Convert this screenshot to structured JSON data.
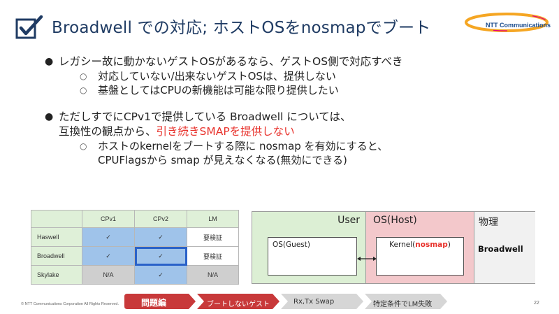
{
  "title": "Broadwell での対応; ホストOSをnosmapでブート",
  "logo": "NTT Communications",
  "bullets": [
    {
      "text": "レガシー故に動かないゲストOSがあるなら、ゲストOS側で対応すべき",
      "sub": [
        "対応していない/出来ないゲストOSは、提供しない",
        "基盤としてはCPUの新機能は可能な限り提供したい"
      ]
    },
    {
      "line1": "ただしすでにCPv1で提供している Broadwell については、",
      "line2_prefix": "互換性の観点から、",
      "line2_highlight": "引き続きSMAPを提供しない",
      "sub_line1": "ホストのkernelをブートする際に nosmap を有効にすると、",
      "sub_line2": "CPUFlagsから smap が見えなくなる(無効にできる)"
    }
  ],
  "table": {
    "headers": [
      "",
      "CPv1",
      "CPv2",
      "LM"
    ],
    "rows": [
      {
        "name": "Haswell",
        "cells": [
          "✓",
          "✓",
          "要検証"
        ]
      },
      {
        "name": "Broadwell",
        "cells": [
          "✓",
          "✓",
          "要検証"
        ]
      },
      {
        "name": "Skylake",
        "cells": [
          "N/A",
          "✓",
          "N/A"
        ]
      }
    ]
  },
  "diagram": {
    "user_label": "User",
    "host_label": "OS(Host)",
    "phys_label": "物理",
    "guest_box": "OS(Guest)",
    "kernel_prefix": "Kernel(",
    "kernel_highlight": "nosmap",
    "kernel_suffix": ")",
    "phys_chip": "Broadwell"
  },
  "nav": {
    "steps": [
      "問題編",
      "ブートしないゲスト",
      "Rx,Tx Swap",
      "特定条件でLM失敗"
    ],
    "active_index": 1
  },
  "footer": {
    "copyright": "© NTT Communications Corporation All Rights Reserved.",
    "page": "22"
  },
  "colors": {
    "title": "#1f3b63",
    "accent_red": "#e8322c",
    "nav_active": "#c8393a",
    "table_blue": "#9fc3ea",
    "table_green": "#dff0d8",
    "user_zone": "#dcefd4",
    "host_zone": "#f3c8cb"
  }
}
